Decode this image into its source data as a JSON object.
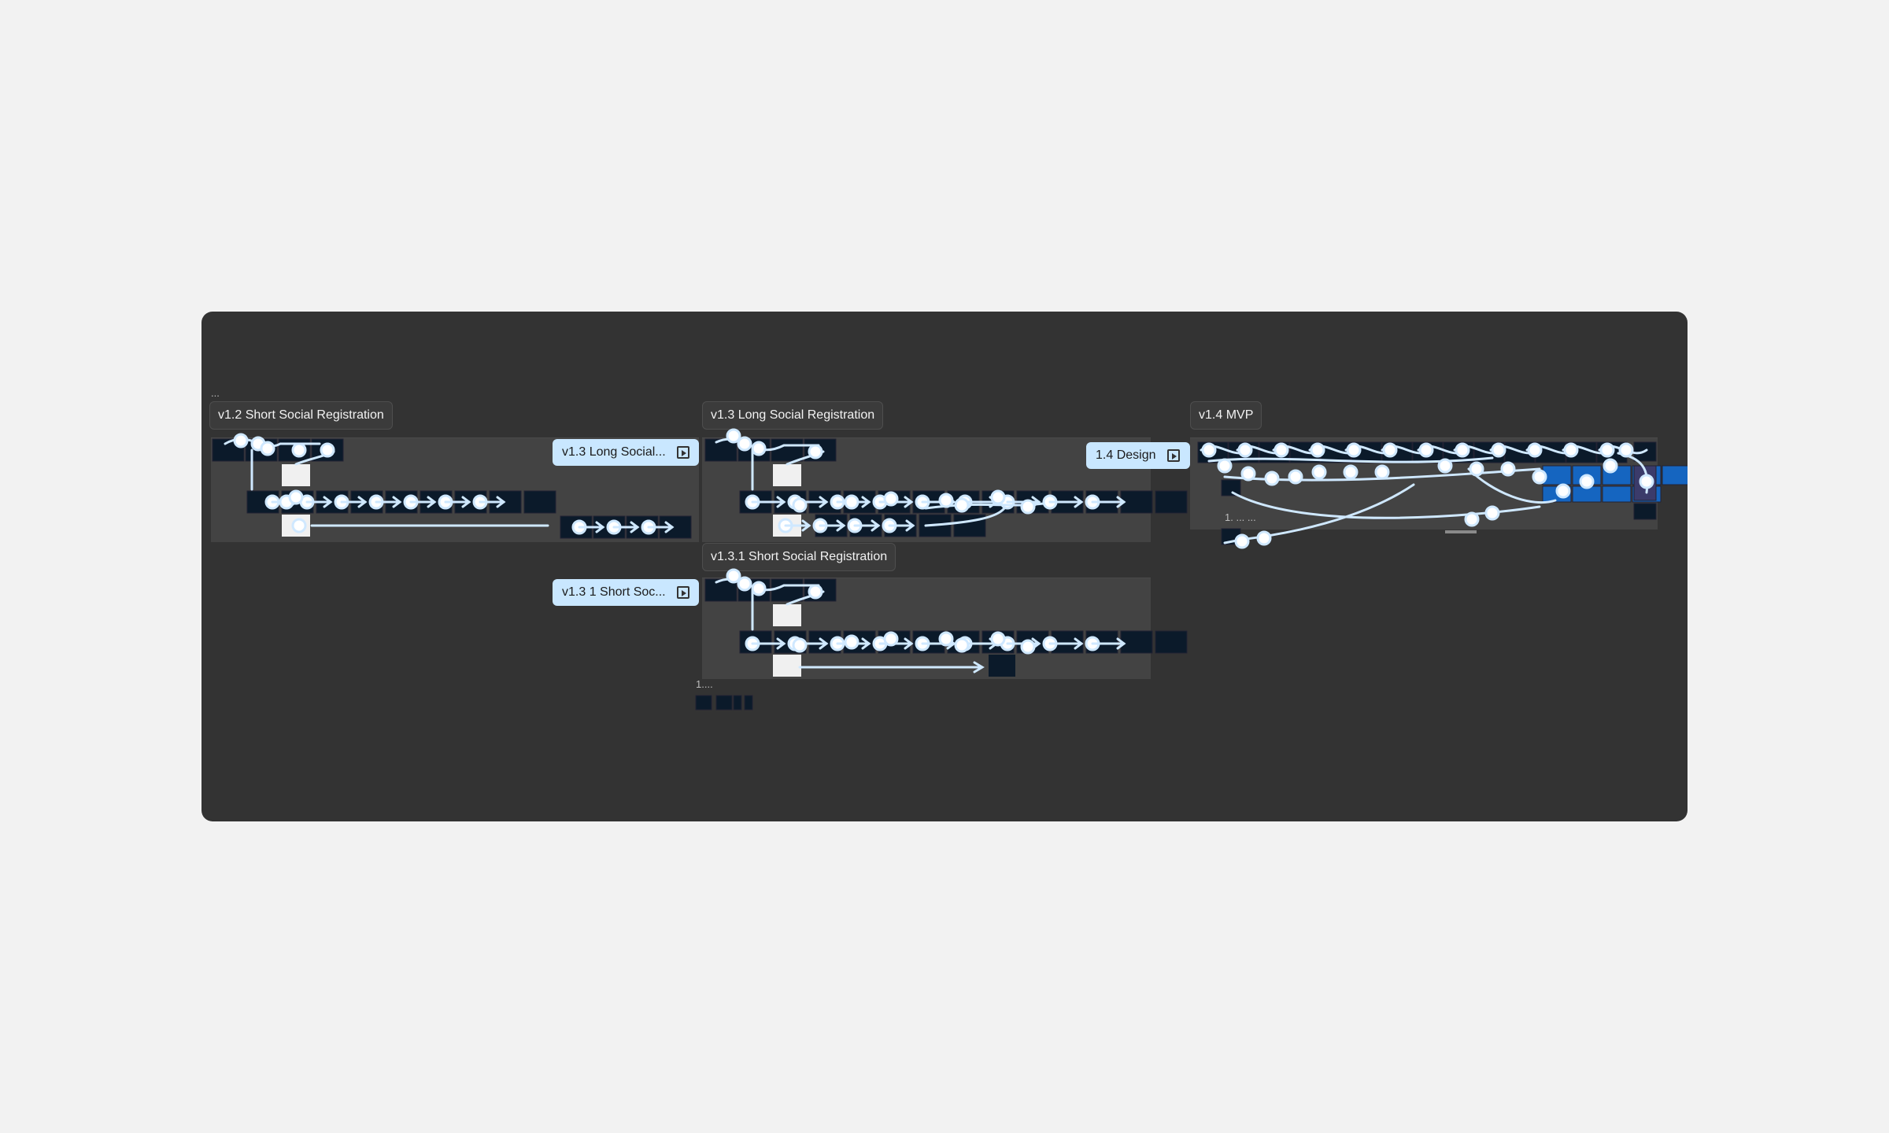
{
  "canvas": {
    "ellipsis_top": "...",
    "sections": [
      {
        "title": "v1.2 Short Social Registration"
      },
      {
        "title": "v1.3 Long Social Registration",
        "flow_chip": "v1.3 Long Social..."
      },
      {
        "title": "v1.3.1 Short Social Registration",
        "flow_chip": "v1.3 1 Short Soc..."
      },
      {
        "title": "v1.4 MVP",
        "flow_chip": "1.4 Design"
      }
    ],
    "misc_labels": {
      "v131_below": "1....",
      "mvp_inner": "1. ... ..."
    }
  },
  "colors": {
    "page_bg": "#f2f2f2",
    "canvas_bg": "#333333",
    "section_bg": "#434343",
    "flow_chip_bg": "#c9e7ff",
    "connector": "#cfe8ff",
    "frame_dark": "#0b1a2a",
    "frame_blue": "#1565c0"
  }
}
